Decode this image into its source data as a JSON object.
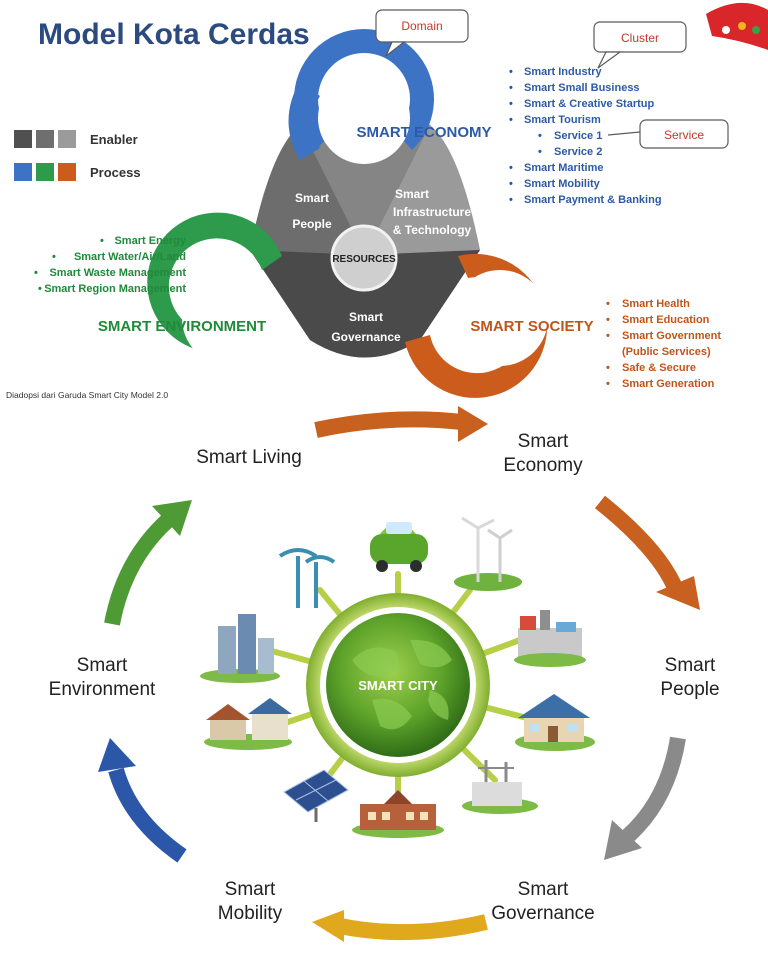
{
  "top": {
    "title": "Model Kota Cerdas",
    "legend": {
      "enabler": "Enabler",
      "process": "Process",
      "enabler_colors": [
        "#505050",
        "#6f6f6f",
        "#9b9b9b"
      ],
      "process_colors": [
        "#3d73c5",
        "#2e9a4c",
        "#cb5c1c"
      ]
    },
    "callouts": {
      "domain": "Domain",
      "cluster": "Cluster",
      "service": "Service"
    },
    "economy": {
      "label": "SMART ECONOMY",
      "color": "#3d73c5",
      "items": [
        "Smart Industry",
        "Smart Small Business",
        "Smart & Creative Startup",
        "Smart Tourism",
        "Service 1",
        "Service 2",
        "Smart Maritime",
        "Smart Mobility",
        "Smart Payment & Banking"
      ]
    },
    "environment": {
      "label": "SMART ENVIRONMENT",
      "color": "#2e9a4c",
      "items": [
        "Smart Energy",
        "Smart Water/Air/Land",
        "Smart Waste Management",
        "Smart Region Management"
      ]
    },
    "society": {
      "label": "SMART SOCIETY",
      "color": "#cb5c1c",
      "items": [
        "Smart Health",
        "Smart Education",
        "Smart Government",
        "(Public Services)",
        "Safe & Secure",
        "Smart Generation"
      ]
    },
    "enablers": {
      "people": [
        "Smart",
        "People"
      ],
      "infra": [
        "Smart",
        "Infrastructure",
        "& Technology"
      ],
      "governance": [
        "Smart",
        "Governance"
      ],
      "resources": "RESOURCES"
    },
    "footnote": "Diadopsi dari Garuda Smart City Model 2.0"
  },
  "bottom": {
    "center": "SMART CITY",
    "labels": {
      "living": [
        "Smart Living"
      ],
      "economy": [
        "Smart",
        "Economy"
      ],
      "people": [
        "Smart",
        "People"
      ],
      "governance": [
        "Smart",
        "Governance"
      ],
      "mobility": [
        "Smart",
        "Mobility"
      ],
      "environment": [
        "Smart",
        "Environment"
      ]
    },
    "arrow_colors": {
      "orange": "#c8601f",
      "gray": "#8a8a8a",
      "yellow": "#e0a81c",
      "blue": "#2c56a8",
      "green": "#4e9a34"
    }
  }
}
